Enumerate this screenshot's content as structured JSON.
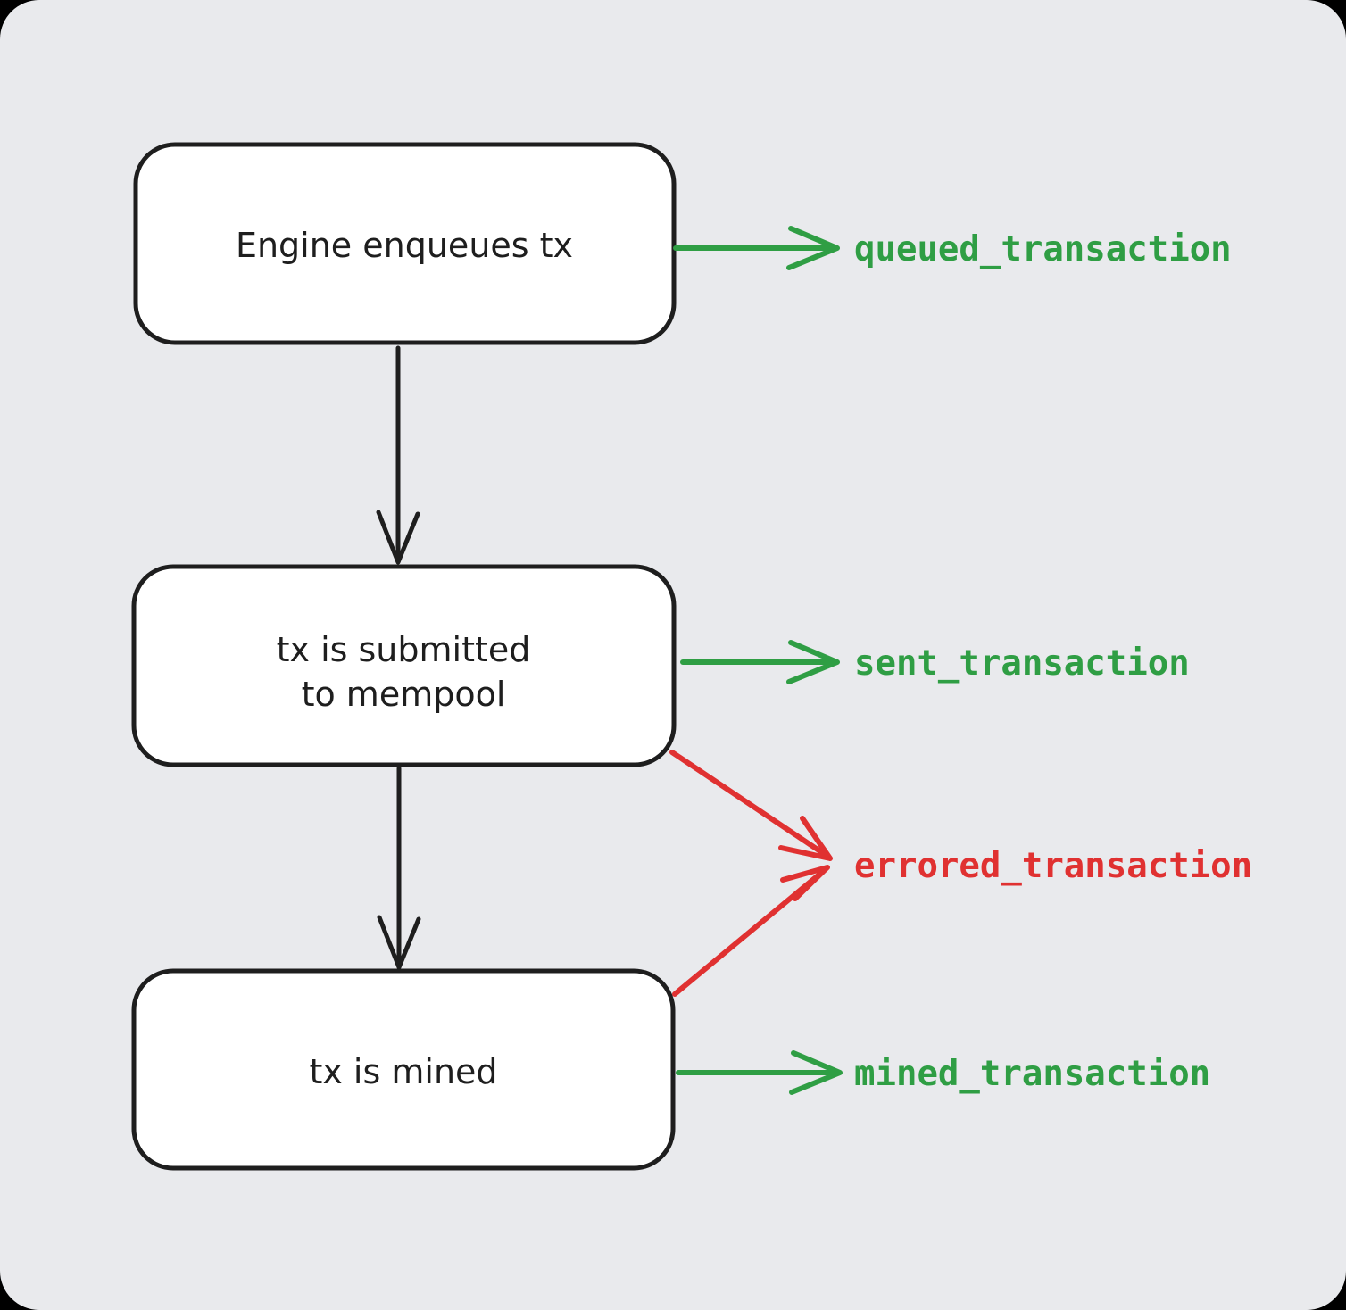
{
  "diagram": {
    "type": "flowchart",
    "colors": {
      "canvas_background": "#e9eaed",
      "outer_background": "#000000",
      "node_fill": "#ffffff",
      "stroke": "#1e1e1e",
      "success_green": "#2f9e44",
      "error_red": "#e03131"
    },
    "nodes": [
      {
        "id": "engine-enqueues-tx",
        "lines": [
          "Engine enqueues tx"
        ]
      },
      {
        "id": "tx-submitted-to-mempool",
        "lines": [
          "tx is submitted",
          "to mempool"
        ]
      },
      {
        "id": "tx-is-mined",
        "lines": [
          "tx is mined"
        ]
      }
    ],
    "events": [
      {
        "id": "queued",
        "name": "queued_transaction",
        "status": "success",
        "source": "engine-enqueues-tx"
      },
      {
        "id": "sent",
        "name": "sent_transaction",
        "status": "success",
        "source": "tx-submitted-to-mempool"
      },
      {
        "id": "errored",
        "name": "errored_transaction",
        "status": "error",
        "source": "tx-submitted-to-mempool, tx-is-mined"
      },
      {
        "id": "mined",
        "name": "mined_transaction",
        "status": "success",
        "source": "tx-is-mined"
      }
    ]
  }
}
